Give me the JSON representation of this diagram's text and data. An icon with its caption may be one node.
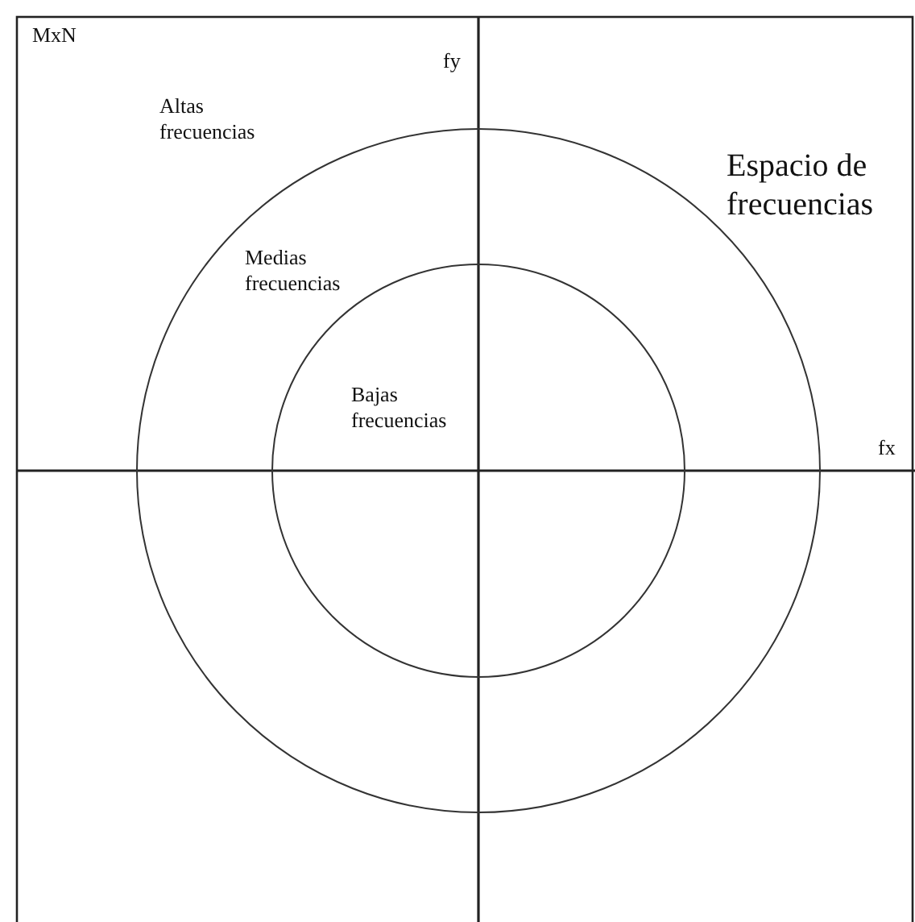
{
  "diagram": {
    "labels": [
      "MxN",
      "fy",
      "Altas frecuencias",
      "Espacio de frecuencias",
      "Medias frecuencias",
      "Bajas frecuencias",
      "fx"
    ]
  }
}
